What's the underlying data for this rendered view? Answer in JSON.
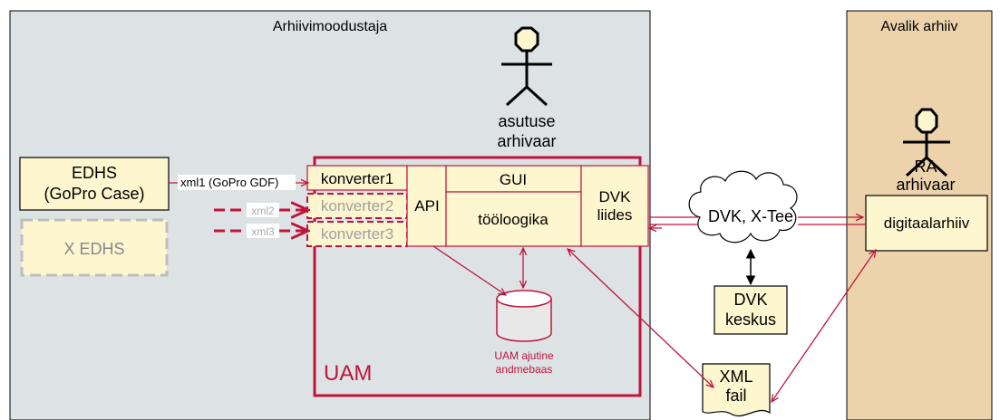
{
  "zones": {
    "producer_label": "Arhiivimoodustaja",
    "public_label": "Avalik arhiiv"
  },
  "actors": {
    "agency_archivist": [
      "asutuse",
      "arhivaar"
    ],
    "ra_archivist": [
      "RA",
      "arhivaar"
    ]
  },
  "systems": {
    "edhs": [
      "EDHS",
      "(GoPro Case)"
    ],
    "x_edhs": "X EDHS",
    "dvk_center": [
      "DVK",
      "keskus"
    ],
    "digital_archive": "digitaalarhiiv",
    "xml_file": [
      "XML",
      "fail"
    ],
    "cloud": "DVK, X-Tee"
  },
  "uam": {
    "title": "UAM",
    "converters": [
      "konverter1",
      "konverter2",
      "konverter3"
    ],
    "api": "API",
    "gui": "GUI",
    "logic": "tööloogika",
    "dvk_interface": [
      "DVK",
      "liides"
    ],
    "database": [
      "UAM ajutine",
      "andmebaas"
    ]
  },
  "flows": {
    "xml1": "xml1 (GoPro GDF)",
    "xml2": "xml2",
    "xml3": "xml3"
  },
  "colors": {
    "zone_gray": "#dde3e5",
    "zone_tan": "#ecd3ac",
    "box_fill": "#fdf6cf",
    "uam_red": "#c0143c",
    "dashed_gray": "#bdbdbd"
  }
}
